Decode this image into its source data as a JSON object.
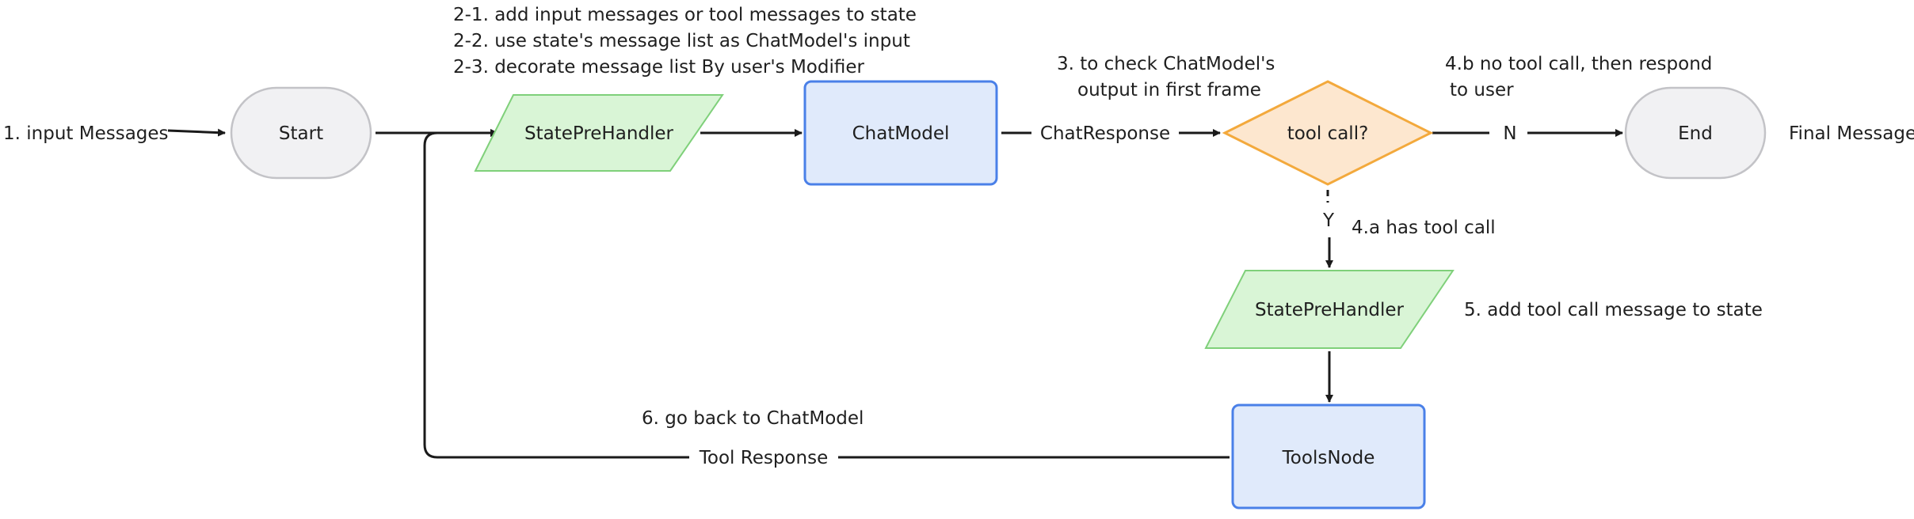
{
  "nodes": {
    "start": "Start",
    "state_pre_handler_1": "StatePreHandler",
    "chat_model": "ChatModel",
    "tool_call_decision": "tool call?",
    "end": "End",
    "state_pre_handler_2": "StatePreHandler",
    "tools_node": "ToolsNode"
  },
  "edge_labels": {
    "chat_response": "ChatResponse",
    "no": "N",
    "yes": "Y",
    "tool_response": "Tool Response"
  },
  "annotations": {
    "input_messages": "1. input Messages",
    "step_2_1": "2-1. add input messages or tool messages to state",
    "step_2_2": "2-2. use state's message list as ChatModel's input",
    "step_2_3": "2-3. decorate message list By user's Modifier",
    "step_3_line1": "3. to check ChatModel's",
    "step_3_line2": "output in first frame",
    "step_4b_line1": "4.b no tool call, then respond",
    "step_4b_line2": "to user",
    "final_message": "Final Message",
    "step_4a": "4.a has tool call",
    "step_5": "5. add tool call message to state",
    "step_6": "6. go back to ChatModel"
  },
  "colors": {
    "terminal_fill": "#f1f1f3",
    "terminal_stroke": "#c3c3c7",
    "handler_fill": "#d9f5d6",
    "handler_stroke": "#7fd07a",
    "model_fill": "#e0eafb",
    "model_stroke": "#4a80e8",
    "decision_fill": "#fde7cf",
    "decision_stroke": "#f3a93c",
    "line": "#1a1a1a",
    "text": "#1f1f1f"
  }
}
